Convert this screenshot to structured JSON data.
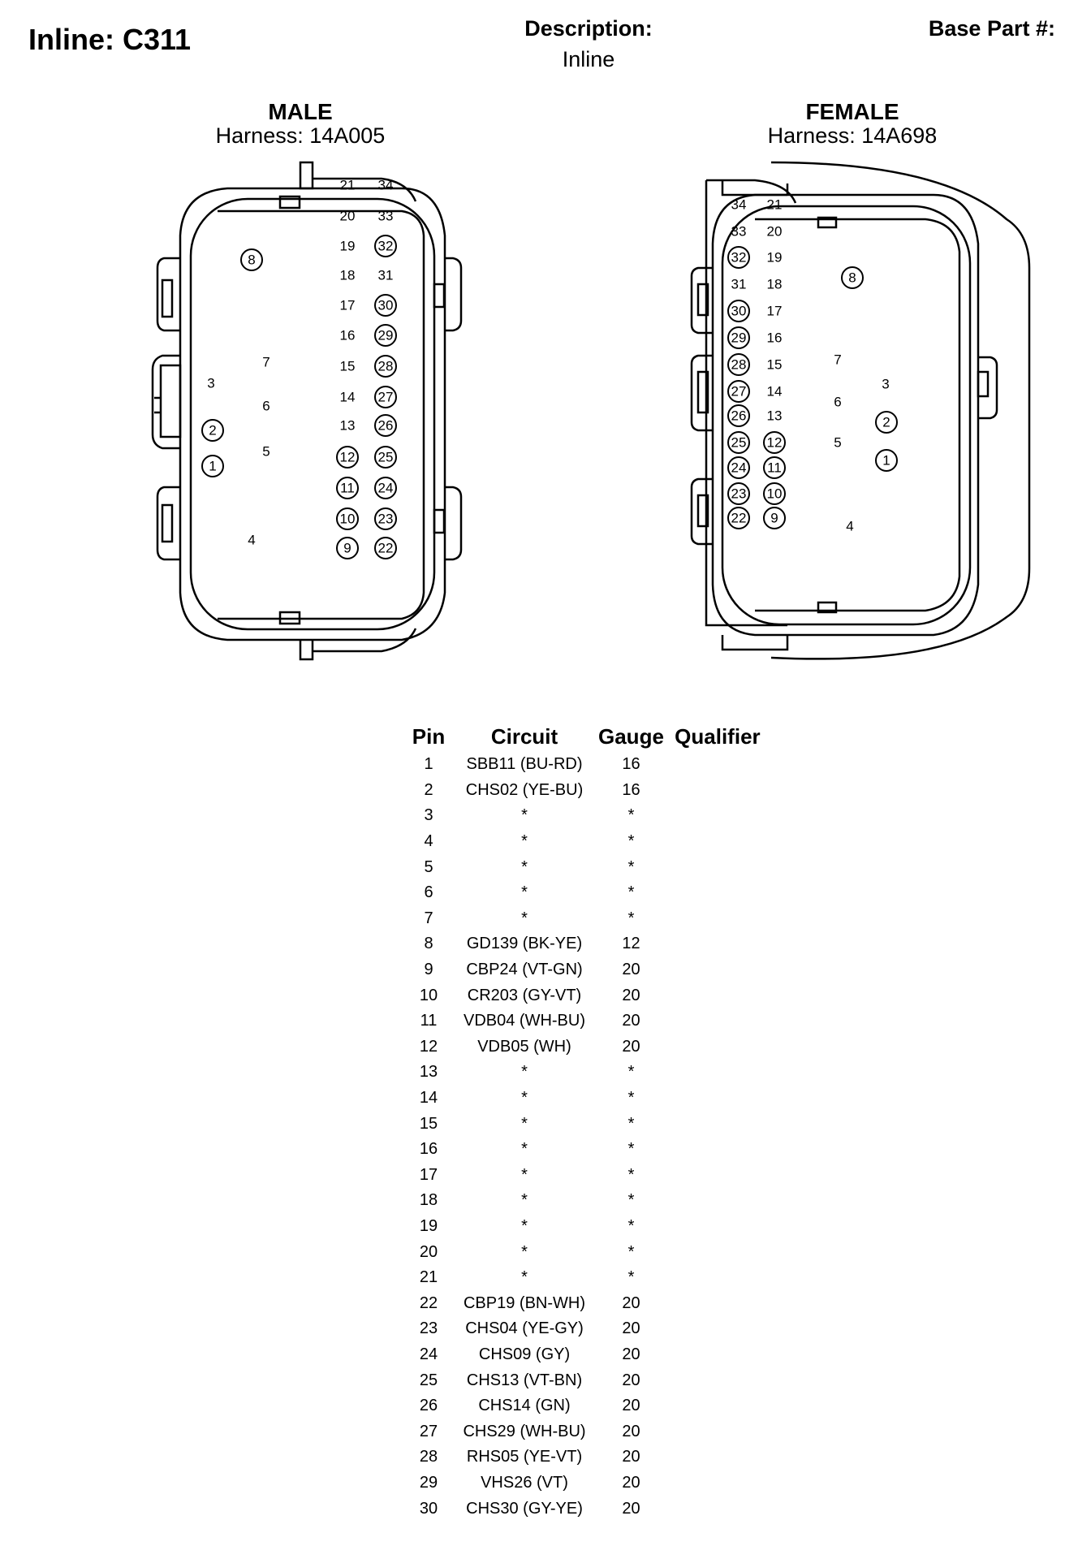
{
  "header": {
    "title": "Inline: C311",
    "description_label": "Description:",
    "description_value": "Inline",
    "base_part_label": "Base Part #:"
  },
  "male": {
    "title": "MALE",
    "harness": "Harness: 14A005",
    "pins": [
      {
        "label": "21",
        "circled": false
      },
      {
        "label": "34",
        "circled": false
      },
      {
        "label": "20",
        "circled": false
      },
      {
        "label": "33",
        "circled": false
      },
      {
        "label": "19",
        "circled": false
      },
      {
        "label": "32",
        "circled": true
      },
      {
        "label": "18",
        "circled": false
      },
      {
        "label": "31",
        "circled": false
      },
      {
        "label": "17",
        "circled": false
      },
      {
        "label": "30",
        "circled": true
      },
      {
        "label": "16",
        "circled": false
      },
      {
        "label": "29",
        "circled": true
      },
      {
        "label": "15",
        "circled": false
      },
      {
        "label": "28",
        "circled": true
      },
      {
        "label": "14",
        "circled": false
      },
      {
        "label": "27",
        "circled": true
      },
      {
        "label": "13",
        "circled": false
      },
      {
        "label": "26",
        "circled": true
      },
      {
        "label": "12",
        "circled": true
      },
      {
        "label": "25",
        "circled": true
      },
      {
        "label": "11",
        "circled": true
      },
      {
        "label": "24",
        "circled": true
      },
      {
        "label": "10",
        "circled": true
      },
      {
        "label": "23",
        "circled": true
      },
      {
        "label": "9",
        "circled": true
      },
      {
        "label": "22",
        "circled": true
      },
      {
        "label": "8",
        "circled": true
      },
      {
        "label": "7",
        "circled": false
      },
      {
        "label": "6",
        "circled": false
      },
      {
        "label": "5",
        "circled": false
      },
      {
        "label": "3",
        "circled": false
      },
      {
        "label": "2",
        "circled": true
      },
      {
        "label": "1",
        "circled": true
      },
      {
        "label": "4",
        "circled": false
      }
    ]
  },
  "female": {
    "title": "FEMALE",
    "harness": "Harness: 14A698",
    "pins": [
      {
        "label": "34",
        "circled": false
      },
      {
        "label": "21",
        "circled": false
      },
      {
        "label": "33",
        "circled": false
      },
      {
        "label": "20",
        "circled": false
      },
      {
        "label": "32",
        "circled": true
      },
      {
        "label": "19",
        "circled": false
      },
      {
        "label": "31",
        "circled": false
      },
      {
        "label": "18",
        "circled": false
      },
      {
        "label": "30",
        "circled": true
      },
      {
        "label": "17",
        "circled": false
      },
      {
        "label": "29",
        "circled": true
      },
      {
        "label": "16",
        "circled": false
      },
      {
        "label": "28",
        "circled": true
      },
      {
        "label": "15",
        "circled": false
      },
      {
        "label": "27",
        "circled": true
      },
      {
        "label": "14",
        "circled": false
      },
      {
        "label": "26",
        "circled": true
      },
      {
        "label": "13",
        "circled": false
      },
      {
        "label": "25",
        "circled": true
      },
      {
        "label": "12",
        "circled": true
      },
      {
        "label": "24",
        "circled": true
      },
      {
        "label": "11",
        "circled": true
      },
      {
        "label": "23",
        "circled": true
      },
      {
        "label": "10",
        "circled": true
      },
      {
        "label": "22",
        "circled": true
      },
      {
        "label": "9",
        "circled": true
      },
      {
        "label": "8",
        "circled": true
      },
      {
        "label": "7",
        "circled": false
      },
      {
        "label": "6",
        "circled": false
      },
      {
        "label": "5",
        "circled": false
      },
      {
        "label": "3",
        "circled": false
      },
      {
        "label": "2",
        "circled": true
      },
      {
        "label": "1",
        "circled": true
      },
      {
        "label": "4",
        "circled": false
      }
    ]
  },
  "table": {
    "headers": [
      "Pin",
      "Circuit",
      "Gauge",
      "Qualifier"
    ],
    "rows": [
      {
        "pin": "1",
        "circuit": "SBB11 (BU-RD)",
        "gauge": "16",
        "qualifier": ""
      },
      {
        "pin": "2",
        "circuit": "CHS02 (YE-BU)",
        "gauge": "16",
        "qualifier": ""
      },
      {
        "pin": "3",
        "circuit": "*",
        "gauge": "*",
        "qualifier": ""
      },
      {
        "pin": "4",
        "circuit": "*",
        "gauge": "*",
        "qualifier": ""
      },
      {
        "pin": "5",
        "circuit": "*",
        "gauge": "*",
        "qualifier": ""
      },
      {
        "pin": "6",
        "circuit": "*",
        "gauge": "*",
        "qualifier": ""
      },
      {
        "pin": "7",
        "circuit": "*",
        "gauge": "*",
        "qualifier": ""
      },
      {
        "pin": "8",
        "circuit": "GD139 (BK-YE)",
        "gauge": "12",
        "qualifier": ""
      },
      {
        "pin": "9",
        "circuit": "CBP24 (VT-GN)",
        "gauge": "20",
        "qualifier": ""
      },
      {
        "pin": "10",
        "circuit": "CR203 (GY-VT)",
        "gauge": "20",
        "qualifier": ""
      },
      {
        "pin": "11",
        "circuit": "VDB04 (WH-BU)",
        "gauge": "20",
        "qualifier": ""
      },
      {
        "pin": "12",
        "circuit": "VDB05 (WH)",
        "gauge": "20",
        "qualifier": ""
      },
      {
        "pin": "13",
        "circuit": "*",
        "gauge": "*",
        "qualifier": ""
      },
      {
        "pin": "14",
        "circuit": "*",
        "gauge": "*",
        "qualifier": ""
      },
      {
        "pin": "15",
        "circuit": "*",
        "gauge": "*",
        "qualifier": ""
      },
      {
        "pin": "16",
        "circuit": "*",
        "gauge": "*",
        "qualifier": ""
      },
      {
        "pin": "17",
        "circuit": "*",
        "gauge": "*",
        "qualifier": ""
      },
      {
        "pin": "18",
        "circuit": "*",
        "gauge": "*",
        "qualifier": ""
      },
      {
        "pin": "19",
        "circuit": "*",
        "gauge": "*",
        "qualifier": ""
      },
      {
        "pin": "20",
        "circuit": "*",
        "gauge": "*",
        "qualifier": ""
      },
      {
        "pin": "21",
        "circuit": "*",
        "gauge": "*",
        "qualifier": ""
      },
      {
        "pin": "22",
        "circuit": "CBP19 (BN-WH)",
        "gauge": "20",
        "qualifier": ""
      },
      {
        "pin": "23",
        "circuit": "CHS04 (YE-GY)",
        "gauge": "20",
        "qualifier": ""
      },
      {
        "pin": "24",
        "circuit": "CHS09 (GY)",
        "gauge": "20",
        "qualifier": ""
      },
      {
        "pin": "25",
        "circuit": "CHS13 (VT-BN)",
        "gauge": "20",
        "qualifier": ""
      },
      {
        "pin": "26",
        "circuit": "CHS14 (GN)",
        "gauge": "20",
        "qualifier": ""
      },
      {
        "pin": "27",
        "circuit": "CHS29 (WH-BU)",
        "gauge": "20",
        "qualifier": ""
      },
      {
        "pin": "28",
        "circuit": "RHS05 (YE-VT)",
        "gauge": "20",
        "qualifier": ""
      },
      {
        "pin": "29",
        "circuit": "VHS26 (VT)",
        "gauge": "20",
        "qualifier": ""
      },
      {
        "pin": "30",
        "circuit": "CHS30 (GY-YE)",
        "gauge": "20",
        "qualifier": ""
      }
    ]
  }
}
